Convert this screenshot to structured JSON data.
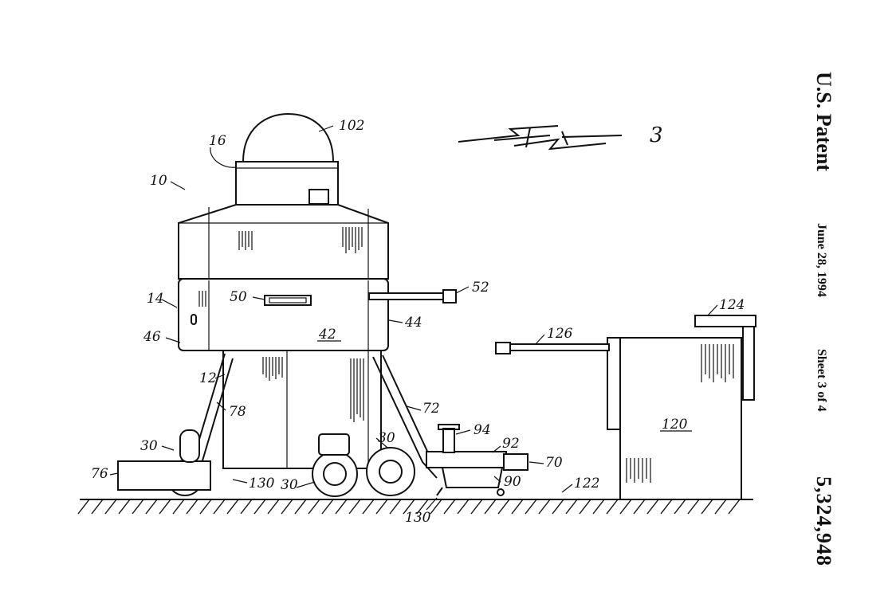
{
  "header": {
    "title": "U.S. Patent",
    "date": "June 28, 1994",
    "sheet": "Sheet 3 of 4",
    "patent_number": "5,324,948"
  },
  "figure": {
    "label_suffix": "3"
  },
  "refs": {
    "r10": "10",
    "r16": "16",
    "r102": "102",
    "r14": "14",
    "r46": "46",
    "r50": "50",
    "r52": "52",
    "r42": "42",
    "r44": "44",
    "r12": "12",
    "r78": "78",
    "r72": "72",
    "r94": "94",
    "r92": "92",
    "r70": "70",
    "r90": "90",
    "r30a": "30",
    "r30b": "30",
    "r30c": "30",
    "r76": "76",
    "r130a": "130",
    "r130b": "130",
    "r122": "122",
    "r126": "126",
    "r124": "124",
    "r120": "120"
  }
}
